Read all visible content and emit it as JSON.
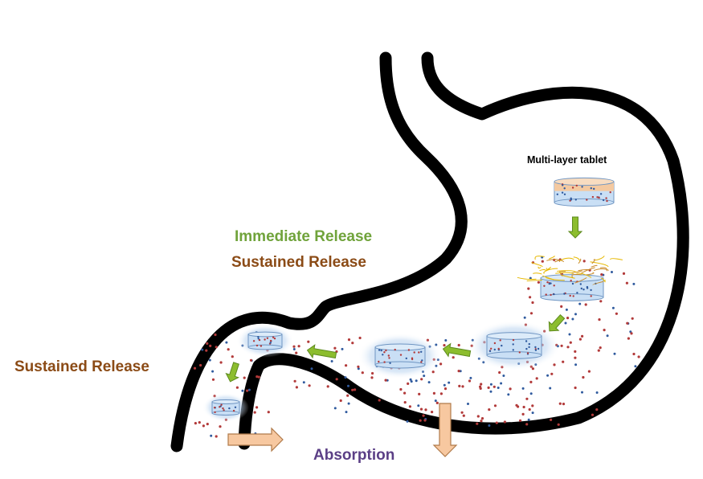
{
  "labels": {
    "multi_layer_tablet": "Multi-layer tablet",
    "immediate_release": "Immediate Release",
    "sustained_release_top": "Sustained Release",
    "sustained_release_left": "Sustained Release",
    "absorption": "Absorption"
  },
  "colors": {
    "immediate_release": "#70a33b",
    "sustained_release": "#8b4b16",
    "absorption": "#5b3f86",
    "stomach_outline": "#000000",
    "tablet_body": "#c9dff5",
    "tablet_top_layer": "#f4c9a0",
    "flow_arrow": "#8cbd2e",
    "absorption_arrow": "#f7c8a0",
    "drug_particle_red": "#b23a3a",
    "drug_particle_blue": "#2f5a9e"
  },
  "icons": {
    "flow_arrow": "green-arrow-icon",
    "absorption_arrow": "peach-arrow-icon",
    "tablet": "tablet-icon"
  }
}
